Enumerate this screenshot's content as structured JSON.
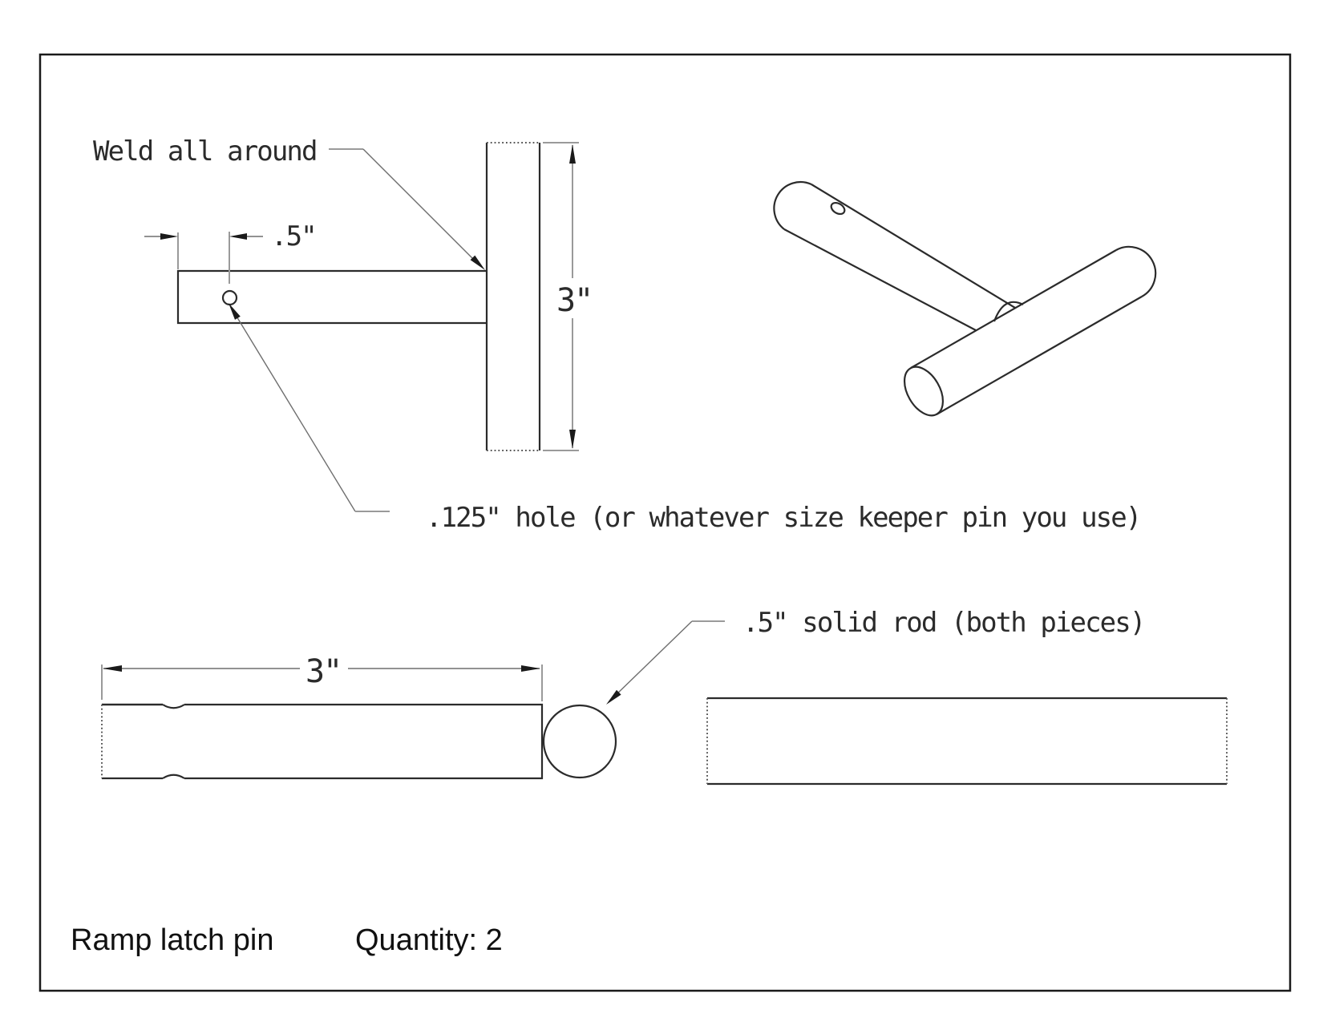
{
  "page": {
    "background": "#ffffff",
    "border_color": "#1a1a1a",
    "line_color": "#2b2b2b",
    "dim_line_color": "#6e6e6e",
    "leader_tick_color": "#9a9a9a"
  },
  "annotations": {
    "weld_note": "Weld all around",
    "hole_note": ".125\" hole (or whatever size keeper pin you use)",
    "rod_note": ".5\" solid rod (both pieces)"
  },
  "dimensions": {
    "hole_offset": ".5\"",
    "crossbar_length": "3\"",
    "pin_length": "3\""
  },
  "title_block": {
    "part_name": "Ramp latch pin",
    "quantity": "Quantity: 2"
  }
}
